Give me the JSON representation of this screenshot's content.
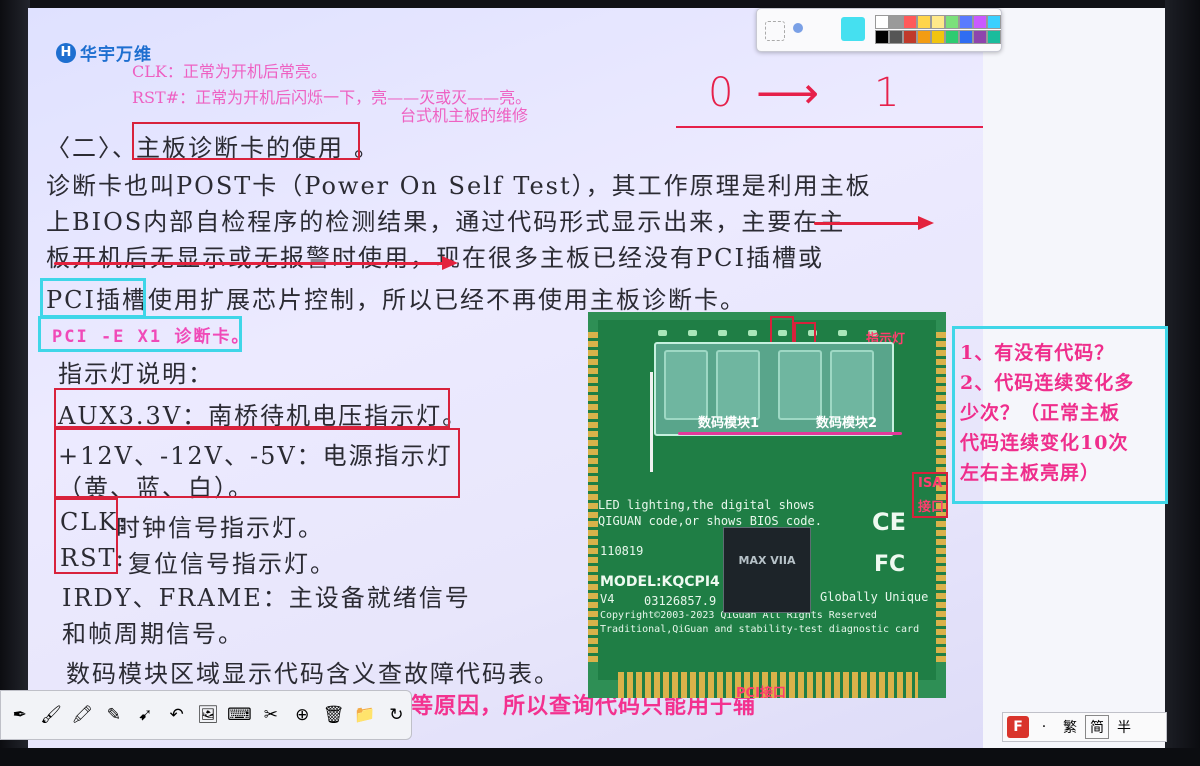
{
  "logo": {
    "mark": "H",
    "name": "华宇万维"
  },
  "faint_notes": {
    "clk": "CLK：正常为开机后常亮。",
    "rst": "RST#：正常为开机后闪烁一下，亮——灭或灭——亮。",
    "subtitle": "台式机主板的维修"
  },
  "handwriting": {
    "from": "0",
    "arrow": "⟶",
    "to": "1"
  },
  "section": {
    "prefix": "〈二〉、",
    "title": "主板诊断卡的使用",
    "suffix": "。"
  },
  "paragraph": [
    "诊断卡也叫POST卡（Power On Self Test），其工作原理是利用主板",
    "上BIOS内部自检程序的检测结果，通过代码形式显示出来，主要在主",
    "板开机后无显示或无报警时使用，现在很多主板已经没有PCI插槽或",
    "PCI插槽使用扩展芯片控制，所以已经不再使用主板诊断卡。"
  ],
  "pci_label": "PCI -E X1 诊断卡。",
  "indicators": {
    "heading": "指示灯说明：",
    "aux": "AUX3.3V：南桥待机电压指示灯。",
    "power_1": "+12V、-12V、-5V：电源指示灯",
    "power_2": "（黄、蓝、白）。",
    "clk_key": "CLK:",
    "clk_desc": "时钟信号指示灯。",
    "rst_key": "RST:",
    "rst_desc": "复位信号指示灯。",
    "irdy_1": "IRDY、FRAME：主设备就绪信号",
    "irdy_2": "和帧周期信号。",
    "codes": "数码模块区域显示代码含义查故障代码表。",
    "bottom": "缺点：因主板与诊断卡存在兼容性等原因，所以查询代码只能用于辅"
  },
  "card": {
    "module1": "数码模块1",
    "module2": "数码模块2",
    "indicator_label": "指示灯",
    "isa": "ISA",
    "isa_port": "接口",
    "pci_port": "PCI接口",
    "line1": "LED lighting,the digital shows",
    "line2": "QIGUAN code,or shows BIOS code.",
    "model": "MODEL:KQCPI4",
    "code": "03126857.9",
    "version": "V4",
    "serial": "110819",
    "copyright": "Copyright©2003-2023 QiGuan All Rights Reserved",
    "traditional": "Traditional,QiGuan and stability-test diagnostic card",
    "globally": "Globally Unique",
    "chip": "MAX VIIA",
    "ce": "CE",
    "fc": "FC"
  },
  "notes": [
    "1、有没有代码？",
    "2、代码连续变化多",
    "少次？（正常主板",
    "代码连续变化10次",
    "左右主板亮屏）"
  ],
  "palette_colors": [
    "#ffffff",
    "#9a9a9a",
    "#ff5a5a",
    "#ffd54a",
    "#ffe98a",
    "#7be07b",
    "#5a7bff",
    "#c95aff",
    "#3ad0ff",
    "#000000",
    "#555555",
    "#c0392b",
    "#f39c12",
    "#f1c40f",
    "#2ecc71",
    "#2f6df2",
    "#8e44ad",
    "#1abc9c"
  ],
  "ime": {
    "f": "F",
    "dot": "·",
    "trad": "繁",
    "simp": "简",
    "half": "半"
  }
}
